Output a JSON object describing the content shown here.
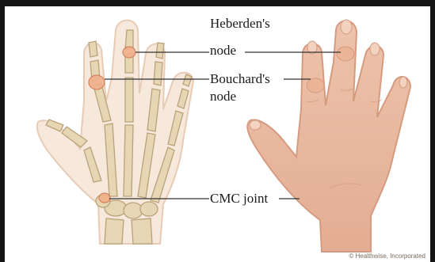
{
  "labels": {
    "heberden_line1": "Heberden's",
    "heberden_line2": "node",
    "bouchard_line1": "Bouchard's",
    "bouchard_line2": "node",
    "cmc": "CMC joint"
  },
  "credit": "© Healthwise, Incorporated",
  "colors": {
    "frame": "#141414",
    "background": "#ffffff",
    "skin": "#e9b89e",
    "skin_shadow": "#d49b80",
    "bone": "#e6d6b4",
    "bone_outline": "#b9a27a",
    "inflamed_joint": "#f0b08a",
    "leader_line": "#333333"
  }
}
